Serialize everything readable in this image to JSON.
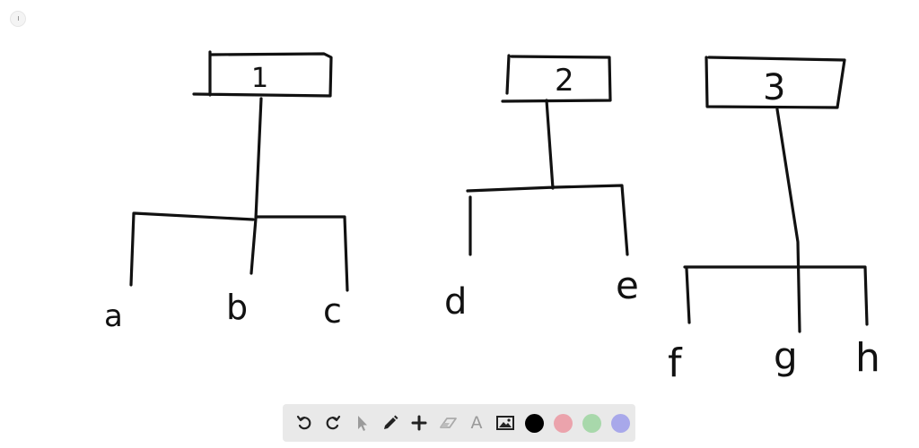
{
  "diagram": {
    "nodes": [
      {
        "id": "node-1",
        "label": "1",
        "children": [
          "a",
          "b",
          "c"
        ]
      },
      {
        "id": "node-2",
        "label": "2",
        "children": [
          "d",
          "e"
        ]
      },
      {
        "id": "node-3",
        "label": "3",
        "children": [
          "f",
          "g",
          "h"
        ]
      }
    ],
    "leaves": {
      "a": "a",
      "b": "b",
      "c": "c",
      "d": "d",
      "e": "e",
      "f": "f",
      "g": "g",
      "h": "h"
    },
    "ink_color": "#111111"
  },
  "toolbar": {
    "tools": [
      {
        "name": "undo",
        "icon": "undo-icon"
      },
      {
        "name": "redo",
        "icon": "redo-icon"
      },
      {
        "name": "select",
        "icon": "cursor-arrow-icon"
      },
      {
        "name": "pen",
        "icon": "pencil-icon"
      },
      {
        "name": "add",
        "icon": "plus-icon"
      },
      {
        "name": "eraser",
        "icon": "eraser-icon"
      },
      {
        "name": "text",
        "icon": "text-A-icon",
        "glyph": "A"
      },
      {
        "name": "image",
        "icon": "image-icon"
      }
    ],
    "colors": [
      {
        "name": "black",
        "hex": "#000000",
        "selected": true
      },
      {
        "name": "pink",
        "hex": "#eba3ac",
        "selected": false
      },
      {
        "name": "green",
        "hex": "#a8d8ab",
        "selected": false
      },
      {
        "name": "purple",
        "hex": "#a8a8ea",
        "selected": false
      }
    ],
    "background": "#e9e9e9"
  }
}
